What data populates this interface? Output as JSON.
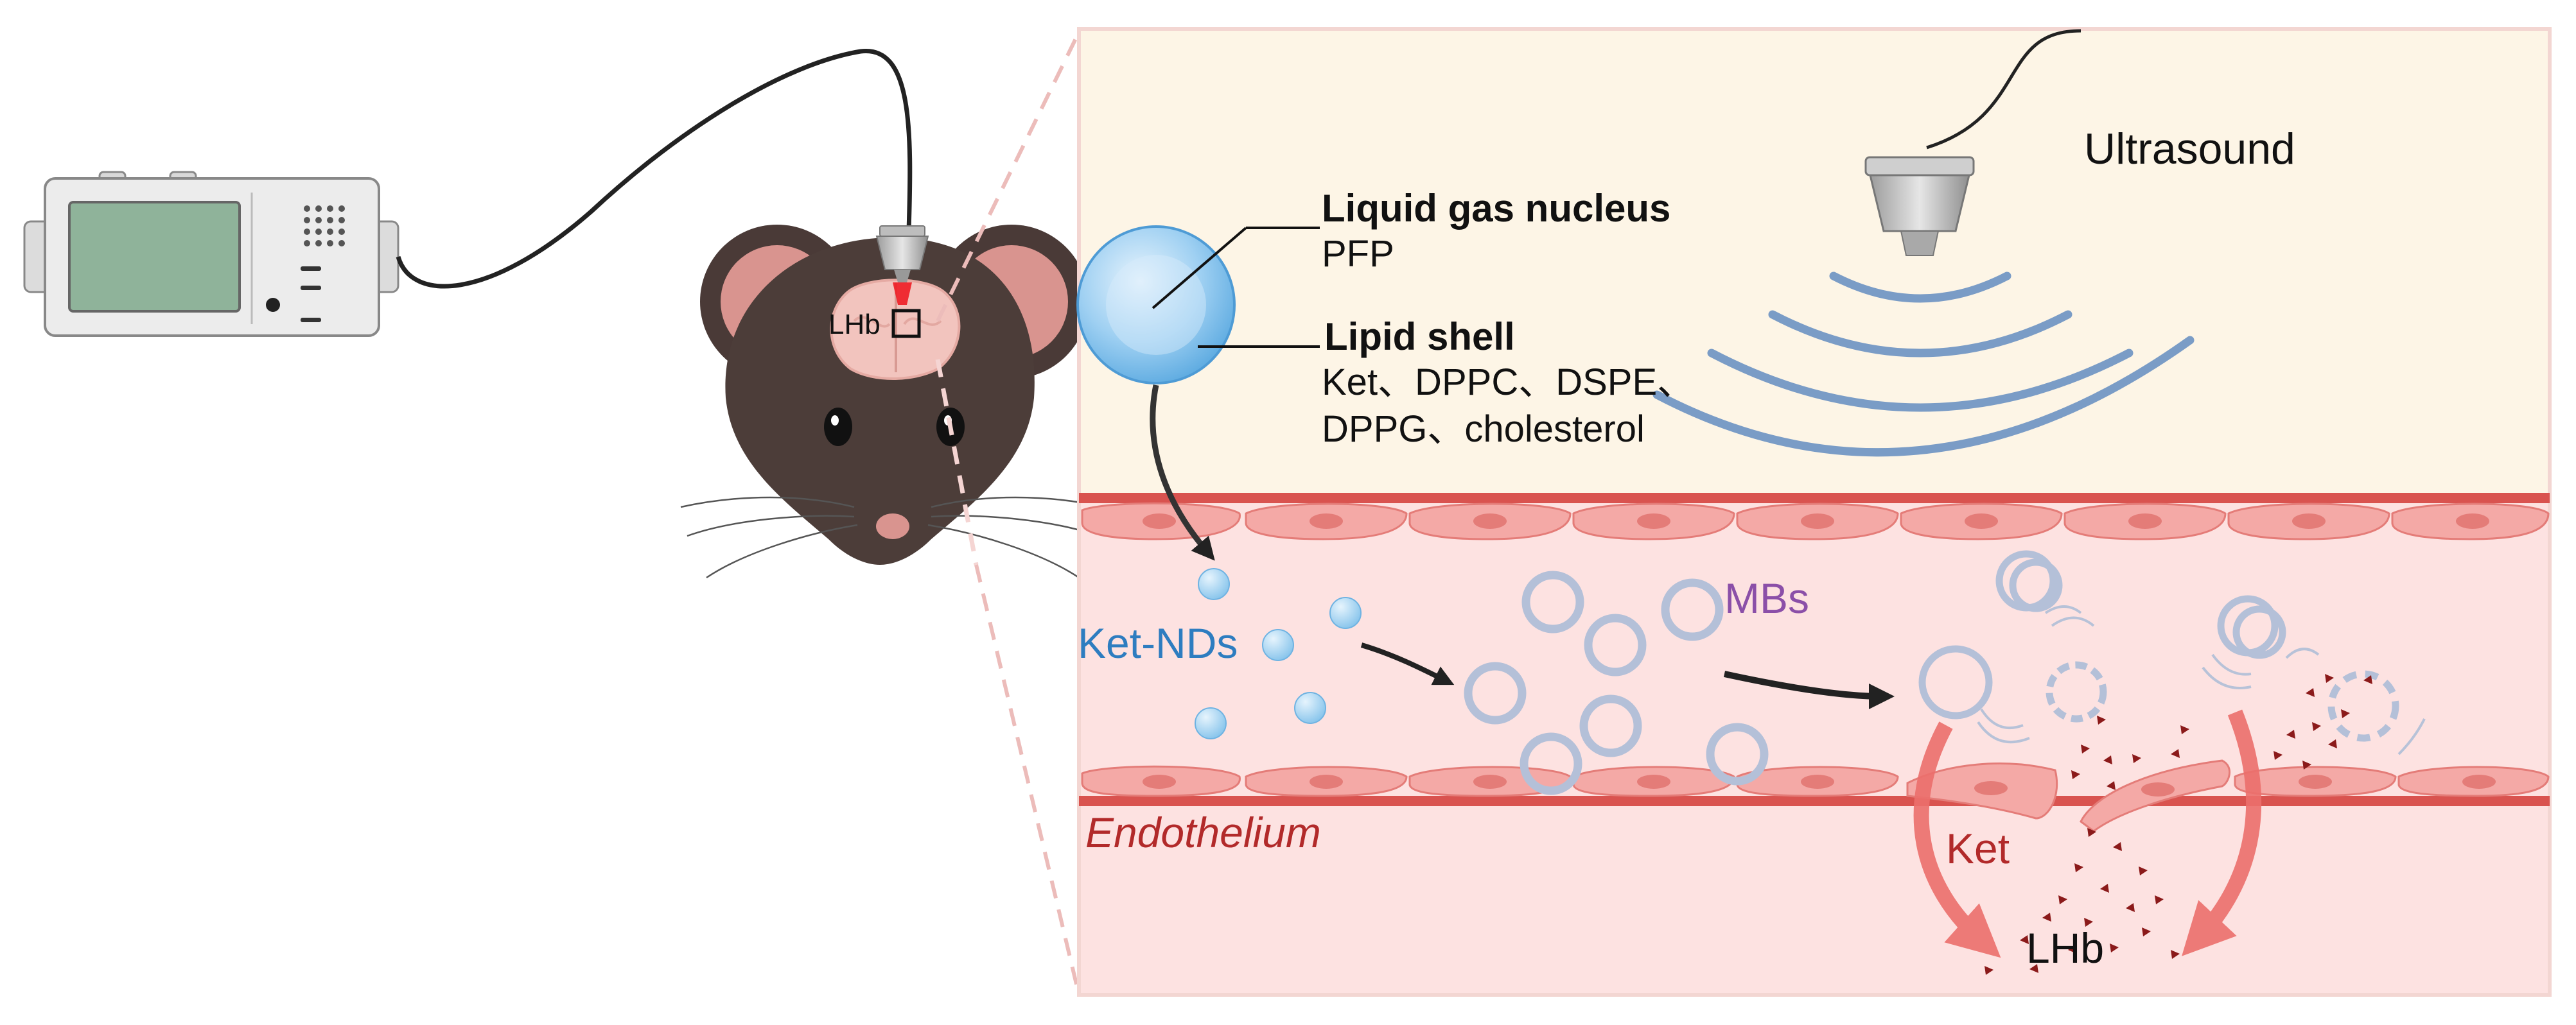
{
  "labels": {
    "lhb_small": "LHb",
    "ultrasound": "Ultrasound",
    "liquid_gas_title": "Liquid gas nucleus",
    "liquid_gas_sub": "PFP",
    "lipid_shell_title": "Lipid shell",
    "lipid_shell_line1": "Ket、DPPC、DSPE、",
    "lipid_shell_line2": "DPPG、cholesterol",
    "ket_nds": "Ket-NDs",
    "mbs": "MBs",
    "endothelium": "Endothelium",
    "ket": "Ket",
    "lhb": "LHb"
  },
  "icons": [
    "stimulator-device-icon",
    "mouse-head-icon",
    "ultrasound-transducer-icon",
    "nanodroplet-icon",
    "microbubble-icon",
    "endothelial-cell-icon",
    "arrow-icon"
  ],
  "colors": {
    "vessel_lumen": "#fde2e1",
    "top_region": "#fdf5e6",
    "vessel_wall": "#d9534f",
    "cell": "#f4a9a6",
    "ket_nds_text": "#2e7dc0",
    "mbs_text": "#8b4fa8",
    "endothelium_text": "#b22a2a",
    "ket_text": "#b22a2a",
    "ultrasound_wave": "#7a9cc6",
    "drug_particle": "#8b1a1a"
  }
}
